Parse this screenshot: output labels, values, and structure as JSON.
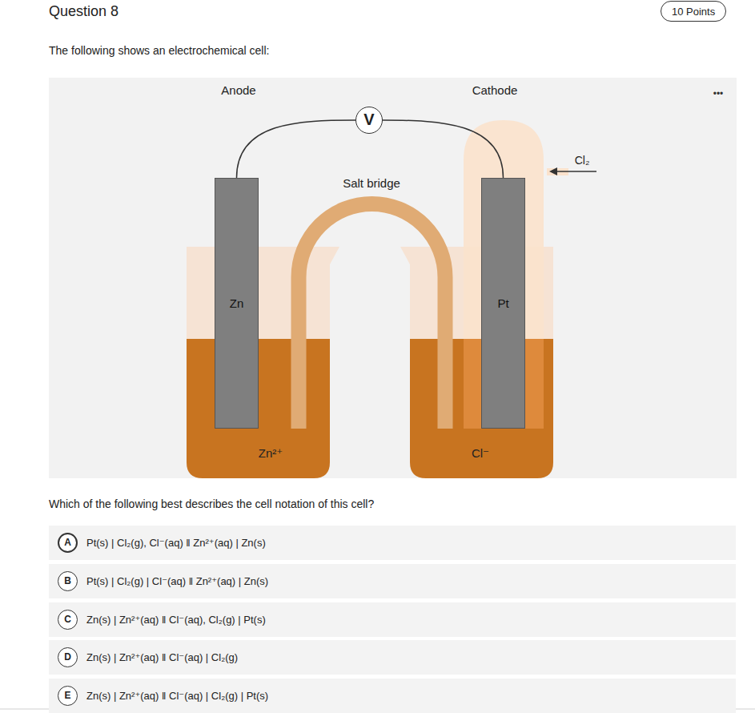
{
  "diagram": {
    "title": "Question 8",
    "nodes": [
      {
        "text": [
          "10 Points"
        ]
      },
      {
        "text": [
          "V"
        ]
      },
      {
        "text": [
          "Zn"
        ]
      },
      {
        "text": [
          "Pt"
        ]
      },
      {
        "text": [
          "Pt(s) | Cl₂(g), Cl⁻(aq) ‖ Zn²⁺(aq) | Zn(s)"
        ]
      },
      {
        "text": [
          "A"
        ],
        "in": 4
      },
      {
        "text": [
          "Pt(s) | Cl₂(g) | Cl⁻(aq) ‖ Zn²⁺(aq) | Zn(s)"
        ]
      },
      {
        "text": [
          "B"
        ],
        "in": 6
      },
      {
        "text": [
          "Zn(s) | Zn²⁺(aq) ‖ Cl⁻(aq), Cl₂(g) | Pt(s)"
        ]
      },
      {
        "text": [
          "C"
        ],
        "in": 8
      },
      {
        "text": [
          "Zn(s) | Zn²⁺(aq) ‖ Cl⁻(aq) | Cl₂(g)"
        ]
      },
      {
        "text": [
          "D"
        ],
        "in": 10
      },
      {
        "text": [
          "Zn(s) | Zn²⁺(aq) ‖ Cl⁻(aq) | Cl₂(g) | Pt(s)"
        ]
      },
      {
        "text": [
          "E"
        ],
        "in": 12
      }
    ],
    "edges": [
      {
        "from": 2,
        "to": 1,
        "arrow": "none"
      },
      {
        "from": 1,
        "to": 3,
        "arrow": "none"
      }
    ],
    "labels": [
      "The following shows an electrochemical cell:",
      "Anode",
      "Cathode",
      "Salt bridge",
      "Cl₂",
      "Zn²⁺",
      "Cl⁻",
      "•••",
      "Which of the following best describes the cell notation of this cell?"
    ]
  }
}
